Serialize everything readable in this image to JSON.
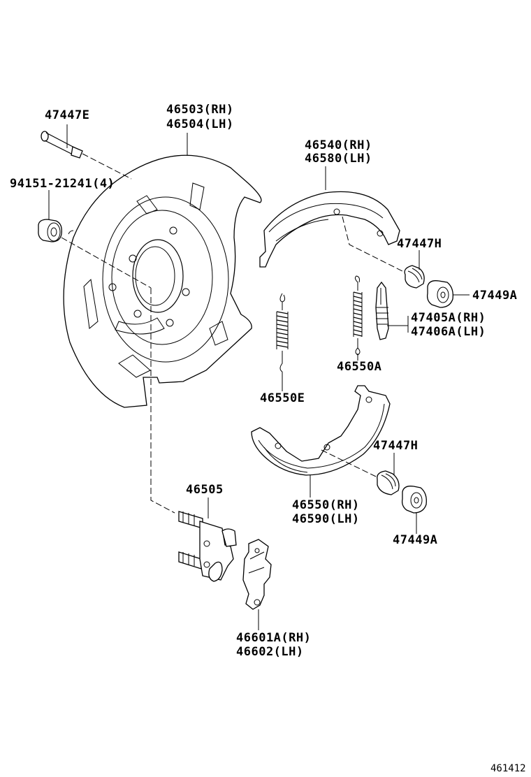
{
  "labels": {
    "pin_47447e": "47447E",
    "plate_rh": "46503(RH)",
    "plate_lh": "46504(LH)",
    "bolt_94151": "94151-21241(4)",
    "shoe_upper_rh": "46540(RH)",
    "shoe_upper_lh": "46580(LH)",
    "pin_47447h_upper": "47447H",
    "cup_47449a_upper": "47449A",
    "adjuster_rh": "47405A(RH)",
    "adjuster_lh": "47406A(LH)",
    "spring_46550a": "46550A",
    "spring_46550e": "46550E",
    "pin_47447h_lower": "47447H",
    "shoe_lower_rh": "46550(RH)",
    "shoe_lower_lh": "46590(LH)",
    "cup_47449a_lower": "47449A",
    "strut_46505": "46505",
    "lever_rh": "46601A(RH)",
    "lever_lh": "46602(LH)"
  },
  "figure_number": "461412"
}
